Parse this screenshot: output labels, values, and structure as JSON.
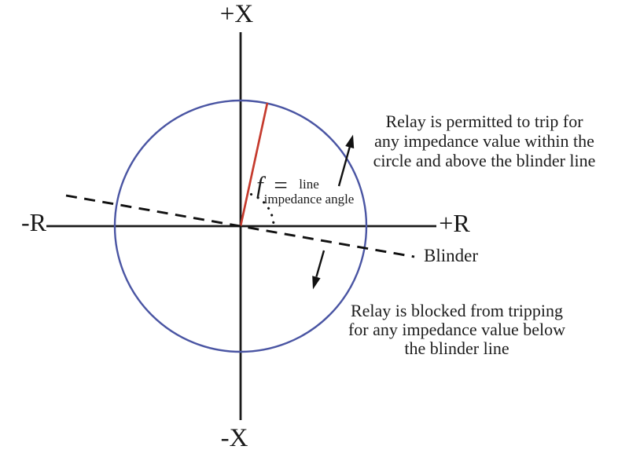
{
  "diagram": {
    "title_semantic": "distance relay mho circle with blinder characteristic",
    "axis_labels": {
      "top": "+X",
      "bottom": "-X",
      "left": "-R",
      "right": "+R"
    },
    "blinder_label": "Blinder",
    "angle": {
      "expression": "f =",
      "note_line1": "line",
      "note_line2": "impedance angle"
    },
    "trip_note": {
      "line1": "Relay is permitted to trip for",
      "line2": "any impedance value within the",
      "line3": "circle and above the blinder line"
    },
    "block_note": {
      "line1": "Relay is blocked from tripping",
      "line2": "for any impedance value below",
      "line3": "the blinder line"
    },
    "colors": {
      "circle": "#4a55a3",
      "impedance_line": "#c53a2d",
      "axis": "#1a1a1a"
    }
  }
}
